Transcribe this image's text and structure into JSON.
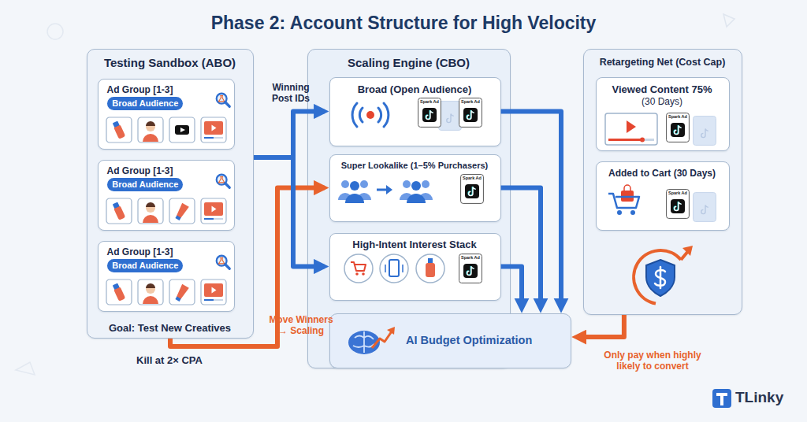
{
  "diagram": {
    "title": "Phase 2: Account Structure for High Velocity",
    "nodes": [
      {
        "text": [
          "Testing Sandbox (ABO)",
          "Goal: Test New Creatives"
        ]
      },
      {
        "text": [
          "Ad Group [1-3]"
        ],
        "in": 0
      },
      {
        "text": [
          "Broad Audience"
        ],
        "in": 1
      },
      {
        "text": [
          "Ad Group [1-3]"
        ],
        "in": 0
      },
      {
        "text": [
          "Broad Audience"
        ],
        "in": 3
      },
      {
        "text": [
          "Ad Group [1-3]"
        ],
        "in": 0
      },
      {
        "text": [
          "Broad Audience"
        ],
        "in": 5
      },
      {
        "text": [
          "Scaling Engine (CBO)"
        ]
      },
      {
        "text": [
          "Broad (Open Audience)"
        ],
        "in": 7
      },
      {
        "text": [
          "Super Lookalike (1–5% Purchasers)"
        ],
        "in": 7
      },
      {
        "text": [
          "High-Intent Interest Stack"
        ],
        "in": 7
      },
      {
        "text": [
          "AI Budget Optimization"
        ]
      },
      {
        "text": [
          "Retargeting Net (Cost Cap)"
        ]
      },
      {
        "text": [
          "Viewed Content 75%",
          "(30 Days)"
        ],
        "in": 12
      },
      {
        "text": [
          "Added to Cart (30 Days)"
        ],
        "in": 12
      }
    ],
    "edges": [
      {
        "from": 0,
        "to": 8,
        "arrow": "to",
        "label": "Winning Post IDs"
      },
      {
        "from": 0,
        "to": 9,
        "arrow": "to",
        "label": "Move Winners → Scaling"
      },
      {
        "from": 0,
        "to": 10,
        "arrow": "to"
      },
      {
        "from": 8,
        "to": 11,
        "arrow": "to"
      },
      {
        "from": 9,
        "to": 11,
        "arrow": "to"
      },
      {
        "from": 10,
        "to": 11,
        "arrow": "to"
      },
      {
        "from": 12,
        "to": 11,
        "arrow": "to",
        "label": "Only pay when highly likely to convert"
      }
    ],
    "labels": [
      "Kill at 2× CPA",
      "Spark Ad",
      "Spark Ad",
      "Spark Ad",
      "Spark Ad",
      "Spark Ad",
      "Spark Ad",
      "TLinky"
    ]
  }
}
